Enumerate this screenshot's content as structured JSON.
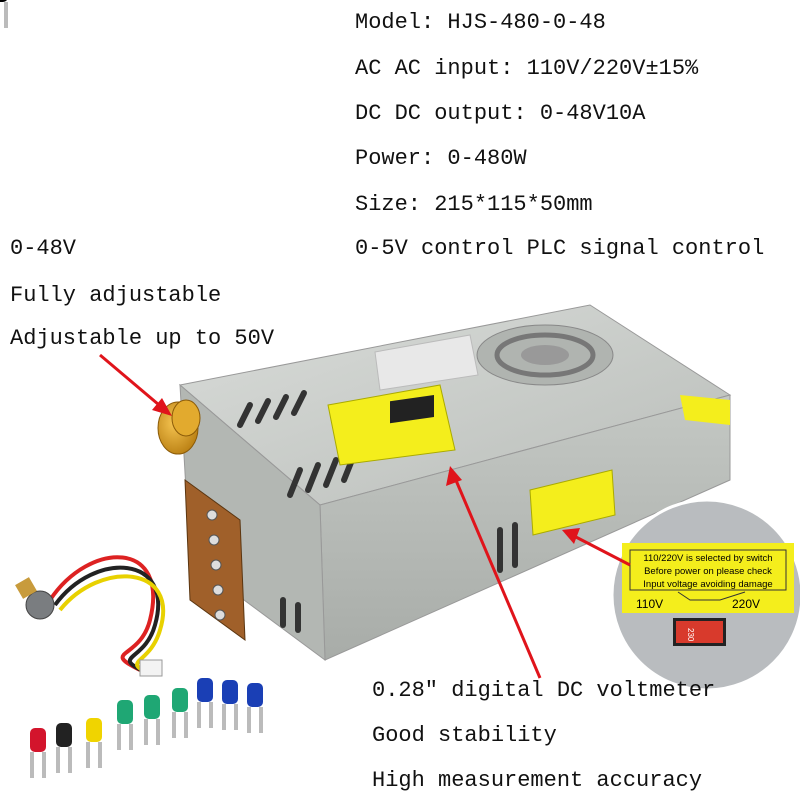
{
  "specs": [
    "Model: HJS-480-0-48",
    "AC AC input: 110V/220V±15%",
    "DC DC output: 0-48V10A",
    "Power: 0-480W",
    "Size: 215*115*50mm",
    "0-5V control PLC signal control"
  ],
  "left_callout": [
    "0-48V",
    "Fully adjustable",
    "Adjustable up to 50V"
  ],
  "bottom_callout": [
    "0.28″ digital DC voltmeter",
    "Good stability",
    "High measurement accuracy"
  ],
  "inset_label": {
    "lines": [
      "110/220V is selected by switch",
      "Before power on please check",
      "Input voltage avoiding damage"
    ],
    "left_voltage": "110V",
    "right_voltage": "220V",
    "switch_value": "230"
  },
  "colors": {
    "arrow": "#e0141b",
    "label_yellow": "#f4ee1c",
    "metal": "#c9ccc9",
    "knob": "#d69a1e"
  }
}
